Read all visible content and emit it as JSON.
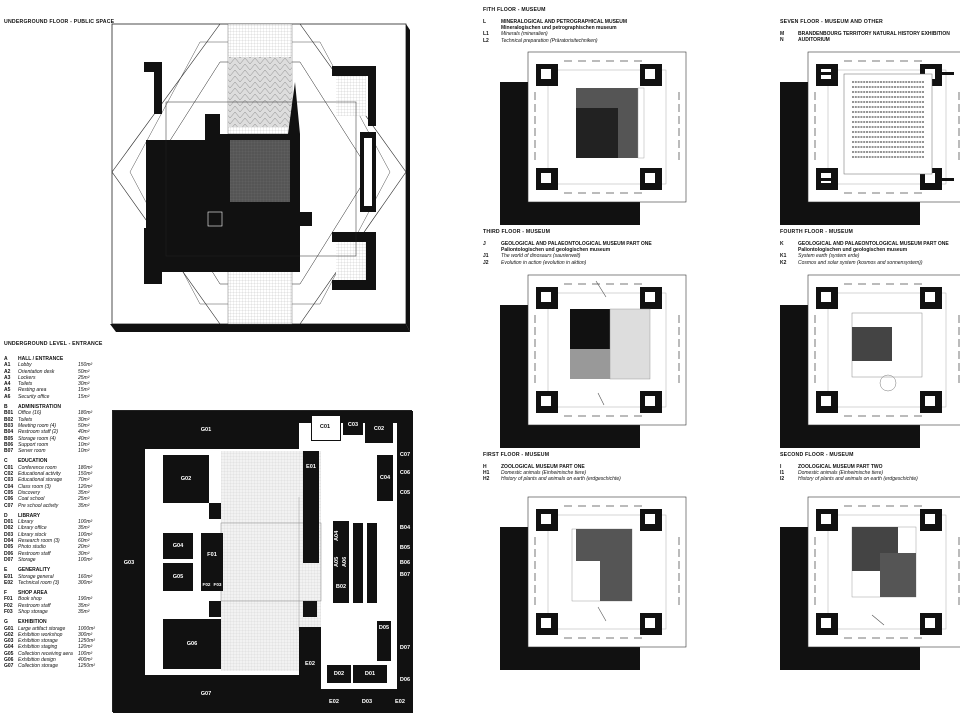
{
  "titles": {
    "underground_floor": "UNDERGROUND FLOOR - PUBLIC SPACE",
    "underground_level": "UNDERGROUND LEVEL - ENTRANCE",
    "fifth_floor": "FITH FLOOR - MUSEUM",
    "seventh_floor": "SEVEN FLOOR - MUSEUM AND OTHER",
    "third_floor": "THIRD FLOOR - MUSEUM",
    "fourth_floor": "FOURTH FLOOR - MUSEUM",
    "first_floor": "FIRST FLOOR - MUSEUM",
    "second_floor": "SECOND FLOOR - MUSEUM"
  },
  "legend": [
    {
      "code": "A",
      "label": "HALL / ENTRANCE",
      "header": true,
      "items": [
        {
          "code": "A1",
          "label": "Lobby",
          "area": "150m²"
        },
        {
          "code": "A2",
          "label": "Orientation desk",
          "area": "50m²"
        },
        {
          "code": "A3",
          "label": "Lockers",
          "area": "25m²"
        },
        {
          "code": "A4",
          "label": "Toilets",
          "area": "30m²"
        },
        {
          "code": "A5",
          "label": "Resting area",
          "area": "15m²"
        },
        {
          "code": "A6",
          "label": "Security office",
          "area": "15m²"
        }
      ]
    },
    {
      "code": "B",
      "label": "ADMINISTRATION",
      "header": true,
      "items": [
        {
          "code": "B01",
          "label": "Office  (16)",
          "area": "180m²"
        },
        {
          "code": "B02",
          "label": "Toilets",
          "area": "30m²"
        },
        {
          "code": "B03",
          "label": "Meeting room (4)",
          "area": "50m²"
        },
        {
          "code": "B04",
          "label": "Restroom staff (2)",
          "area": "40m²"
        },
        {
          "code": "B05",
          "label": "Storage room (4)",
          "area": "40m²"
        },
        {
          "code": "B06",
          "label": "Support room",
          "area": "10m²"
        },
        {
          "code": "B07",
          "label": "Server room",
          "area": "10m²"
        }
      ]
    },
    {
      "code": "C",
      "label": "EDUCATION",
      "header": true,
      "items": [
        {
          "code": "C01",
          "label": "Conference room",
          "area": "180m²"
        },
        {
          "code": "C02",
          "label": "Educational activity",
          "area": "150m²"
        },
        {
          "code": "C03",
          "label": "Educational storage",
          "area": "70m²"
        },
        {
          "code": "C04",
          "label": "Class room (3)",
          "area": "120m²"
        },
        {
          "code": "C05",
          "label": "Discovery",
          "area": "35m²"
        },
        {
          "code": "C06",
          "label": "Coat school",
          "area": "25m²"
        },
        {
          "code": "C07",
          "label": "Pre school activity",
          "area": "35m²"
        }
      ]
    },
    {
      "code": "D",
      "label": "LIBRARY",
      "header": true,
      "items": [
        {
          "code": "D01",
          "label": "Library",
          "area": "100m²"
        },
        {
          "code": "D02",
          "label": "Library office",
          "area": "35m²"
        },
        {
          "code": "D03",
          "label": "Library stock",
          "area": "100m²"
        },
        {
          "code": "D04",
          "label": "Research room (3)",
          "area": "60m²"
        },
        {
          "code": "D05",
          "label": "Photo studio",
          "area": "20m²"
        },
        {
          "code": "D06",
          "label": "Restroom staff",
          "area": "30m²"
        },
        {
          "code": "D07",
          "label": "Storage",
          "area": "100m²"
        }
      ]
    },
    {
      "code": "E",
      "label": "GENERALITY",
      "header": true,
      "items": [
        {
          "code": "E01",
          "label": "Storage general",
          "area": "160m²"
        },
        {
          "code": "E02",
          "label": "Technical room (3)",
          "area": "300m²"
        }
      ]
    },
    {
      "code": "F",
      "label": "SHOP AREA",
      "header": true,
      "items": [
        {
          "code": "F01",
          "label": "Book shop",
          "area": "190m²"
        },
        {
          "code": "F02",
          "label": "Restroom staff",
          "area": "35m²"
        },
        {
          "code": "F03",
          "label": "Shop storage",
          "area": "35m²"
        }
      ]
    },
    {
      "code": "G",
      "label": "EXHIBITION",
      "header": true,
      "items": [
        {
          "code": "G01",
          "label": "Large artifact storage",
          "area": "1000m²"
        },
        {
          "code": "G02",
          "label": "Exhibition workshop",
          "area": "300m²"
        },
        {
          "code": "G03",
          "label": "Exhibition storage",
          "area": "1250m²"
        },
        {
          "code": "G04",
          "label": "Exhibition staging",
          "area": "120m²"
        },
        {
          "code": "G05",
          "label": "Collection receiving aera",
          "area": "100m²"
        },
        {
          "code": "G06",
          "label": "Exhibition design",
          "area": "400m²"
        },
        {
          "code": "G07",
          "label": "Collection storage",
          "area": "1250m²"
        }
      ]
    }
  ],
  "museum_legends": {
    "fifth": {
      "rows": [
        {
          "code": "L",
          "text": "MINERALOGICAL AND PETROGRAPHICAL MUSEUM",
          "style": "bold"
        },
        {
          "code": "",
          "text": "Mineralogischen und petrographischen museum",
          "style": "bold"
        },
        {
          "code": "L1",
          "text": "Minerals (mineralien)",
          "style": "it"
        },
        {
          "code": "L2",
          "text": "Technical preparation (Präratorisitechniken)",
          "style": "it"
        }
      ]
    },
    "seventh": {
      "rows": [
        {
          "code": "M",
          "text": "BRANDENBOURG TERRITORY NATURAL HISTORY EXHIBITION",
          "style": "bold"
        },
        {
          "code": "N",
          "text": "AUDITORIUM",
          "style": "bold"
        }
      ]
    },
    "third": {
      "rows": [
        {
          "code": "J",
          "text": "GEOLOGICAL AND PALAEONTOLOGICAL MUSEUM PART ONE",
          "style": "bold"
        },
        {
          "code": "",
          "text": "Paliontologischen und geologischen museum",
          "style": "bold"
        },
        {
          "code": "J1",
          "text": "The world of dinosaurs (saurierwelt)",
          "style": "it"
        },
        {
          "code": "J2",
          "text": "Evolution in action (evolution in aktion)",
          "style": "it"
        }
      ]
    },
    "fourth": {
      "rows": [
        {
          "code": "K",
          "text": "GEOLOGICAL AND PALAEONTOLOGICAL MUSEUM PART ONE",
          "style": "bold"
        },
        {
          "code": "",
          "text": "Paliontologischen und geologischen museum",
          "style": "bold"
        },
        {
          "code": "K1",
          "text": "System earth (system erde)",
          "style": "it"
        },
        {
          "code": "K2",
          "text": "Cosmos and solar system (kosmos and sonnensystem))",
          "style": "it"
        }
      ]
    },
    "first": {
      "rows": [
        {
          "code": "H",
          "text": "ZOOLOGICAL MUSEUM PART ONE",
          "style": "bold"
        },
        {
          "code": "H1",
          "text": "Domestic animals (Einheimische tiere)",
          "style": "it"
        },
        {
          "code": "H2",
          "text": "History of plants and animals on earth (erdgeschichte)",
          "style": "it"
        }
      ]
    },
    "second": {
      "rows": [
        {
          "code": "I",
          "text": "ZOOLOGICAL MUSEUM PART TWO",
          "style": "bold"
        },
        {
          "code": "I1",
          "text": "Domestic animals (Einheimische tiere)",
          "style": "it"
        },
        {
          "code": "I2",
          "text": "History of plants and animals on earth (erdgeschichte)",
          "style": "it"
        }
      ]
    }
  },
  "plan_labels": {
    "G01": "G01",
    "G02": "G02",
    "G03": "G03",
    "G04": "G04",
    "G05": "G05",
    "G06": "G06",
    "G07": "G07",
    "F01": "F01",
    "F02": "F02",
    "F03": "F03",
    "C01": "C01",
    "C02": "C02",
    "C03": "C03",
    "C04": "C04",
    "C05": "C05",
    "C06": "C06",
    "C07": "C07",
    "E01": "E01",
    "E02a": "E02",
    "E02b": "E02",
    "E02c": "E02",
    "A04": "A04",
    "A05": "A05",
    "A06": "A06",
    "B02": "B02",
    "B04": "B04",
    "B05": "B05",
    "B06": "B06",
    "B07": "B07",
    "D01": "D01",
    "D02": "D02",
    "D03": "D03",
    "D05": "D05",
    "D06": "D06",
    "D07": "D07"
  }
}
